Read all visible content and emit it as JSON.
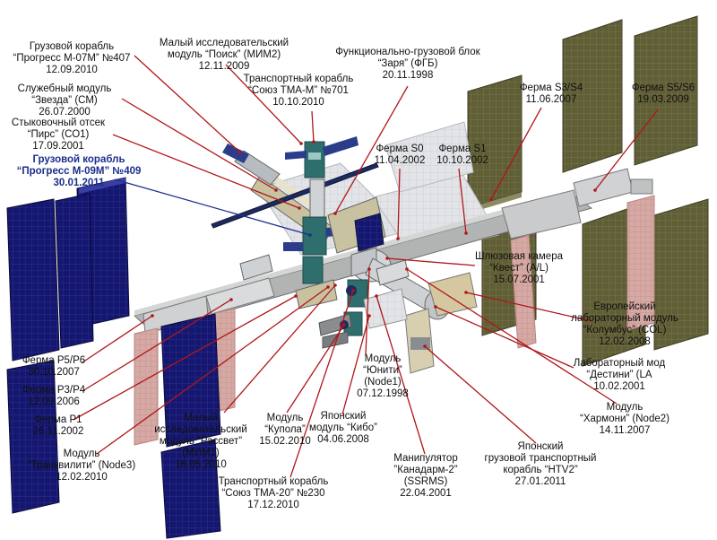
{
  "colors": {
    "leader_line": "#b0161a",
    "blue_leader": "#1b2f8c",
    "solar_blue": "#15176e",
    "solar_olive": "#5f5e36",
    "radiator_pink": "#d6a9a4",
    "radiator_grey": "#dfe1e5",
    "truss_grey": "#a8aaa9",
    "module_tan": "#c9bf98",
    "module_grey": "#bcbfc2"
  },
  "labels": [
    {
      "id": "progress-m07m",
      "lines": [
        "Грузовой корабль",
        "“Прогресс М-07М” №407",
        "12.09.2010"
      ]
    },
    {
      "id": "zvezda",
      "lines": [
        "Служебный модуль",
        "“Звезда” (СМ)",
        "26.07.2000"
      ]
    },
    {
      "id": "pirs",
      "lines": [
        "Стыковочный отсек",
        "“Пирс” (СО1)",
        "17.09.2001"
      ]
    },
    {
      "id": "progress-m09m",
      "lines": [
        "Грузовой корабль",
        "“Прогресс М-09М” №409",
        "30.01.2011"
      ]
    },
    {
      "id": "poisk",
      "lines": [
        "Малый исследовательский",
        "модуль “Поиск” (МИМ2)",
        "12.11.2009"
      ]
    },
    {
      "id": "soyuz-tma-m",
      "lines": [
        "Транспортный корабль",
        "“Союз ТМА-М” №701",
        "10.10.2010"
      ]
    },
    {
      "id": "zarya",
      "lines": [
        "Функционально-грузовой блок",
        "“Заря” (ФГБ)",
        "20.11.1998"
      ]
    },
    {
      "id": "s3s4",
      "lines": [
        "Ферма S3/S4",
        "11.06.2007"
      ]
    },
    {
      "id": "s5s6",
      "lines": [
        "Ферма S5/S6",
        "19.03.2009"
      ]
    },
    {
      "id": "s0",
      "lines": [
        "Ферма S0",
        "11.04.2002"
      ]
    },
    {
      "id": "s1",
      "lines": [
        "Ферма S1",
        "10.10.2002"
      ]
    },
    {
      "id": "quest",
      "lines": [
        "Шлюзовая камера",
        "“Квест” (A/L)",
        "15.07.2001"
      ]
    },
    {
      "id": "columbus",
      "lines": [
        "Европейский",
        "лабораторный модуль",
        "“Колумбус” (COL)",
        "12.02.2008"
      ]
    },
    {
      "id": "destiny",
      "lines": [
        "Лабораторный мод",
        "“Дестини” (LA",
        "10.02.2001"
      ]
    },
    {
      "id": "harmony",
      "lines": [
        "Модуль",
        "“Хармони” (Node2)",
        "14.11.2007"
      ]
    },
    {
      "id": "htv2",
      "lines": [
        "Японский",
        "грузовой транспортный",
        "корабль “HTV2”",
        "27.01.2011"
      ]
    },
    {
      "id": "canadarm2",
      "lines": [
        "Манипулятор",
        "”Канадарм-2”",
        "(SSRMS)",
        "22.04.2001"
      ]
    },
    {
      "id": "unity",
      "lines": [
        "Модуль",
        "“Юнити”",
        "(Node1)",
        "07.12.1998"
      ]
    },
    {
      "id": "kibo",
      "lines": [
        "Японский",
        "модуль “Кибо”",
        "04.06.2008"
      ]
    },
    {
      "id": "soyuz-tma20",
      "lines": [
        "Транспортный корабль",
        "“Союз ТМА-20” №230",
        "17.12.2010"
      ]
    },
    {
      "id": "cupola",
      "lines": [
        "Модуль",
        "“Купола”",
        "15.02.2010"
      ]
    },
    {
      "id": "rassvet",
      "lines": [
        "Малый",
        "исследовательский",
        "модуль “Рассвет”",
        "(МИМ1)",
        "18.05.2010"
      ]
    },
    {
      "id": "tranquility",
      "lines": [
        "Модуль",
        "“Транквилити” (Node3)",
        "12.02.2010"
      ]
    },
    {
      "id": "p1",
      "lines": [
        "Ферма P1",
        "26.11.2002"
      ]
    },
    {
      "id": "p3p4",
      "lines": [
        "Ферма P3/P4",
        "12.09.2006"
      ]
    },
    {
      "id": "p5p6",
      "lines": [
        "Ферма P5/P6",
        "30.10.2007"
      ]
    }
  ]
}
